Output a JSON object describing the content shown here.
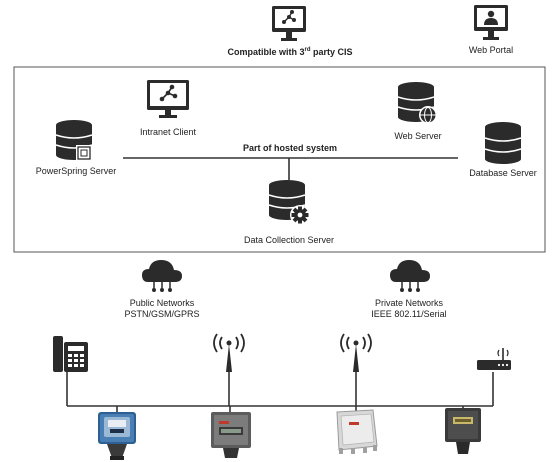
{
  "top": {
    "cis_label": "Compatible with 3rd party CIS",
    "web_portal_label": "Web Portal"
  },
  "hosted": {
    "part_of_label": "Part of hosted system",
    "intranet_client_label": "Intranet Client",
    "web_server_label": "Web Server",
    "powerspring_server_label": "PowerSpring Server",
    "database_server_label": "Database Server",
    "data_collection_server_label": "Data Collection Server"
  },
  "networks": {
    "public_line1": "Public Networks",
    "public_line2": "PSTN/GSM/GPRS",
    "private_line1": "Private Networks",
    "private_line2": "IEEE 802.11/Serial"
  },
  "icons": {
    "monitor": "monitor-network-icon",
    "monitor_user": "monitor-user-icon",
    "database": "database-icon",
    "cloud": "cloud-network-icon",
    "phone": "telephone-icon",
    "antenna": "antenna-icon",
    "router": "router-icon",
    "meter": "meter-device-icon"
  },
  "colors": {
    "dark_icon": "#2b2b2b",
    "line": "#333333",
    "box_border": "#555555"
  }
}
